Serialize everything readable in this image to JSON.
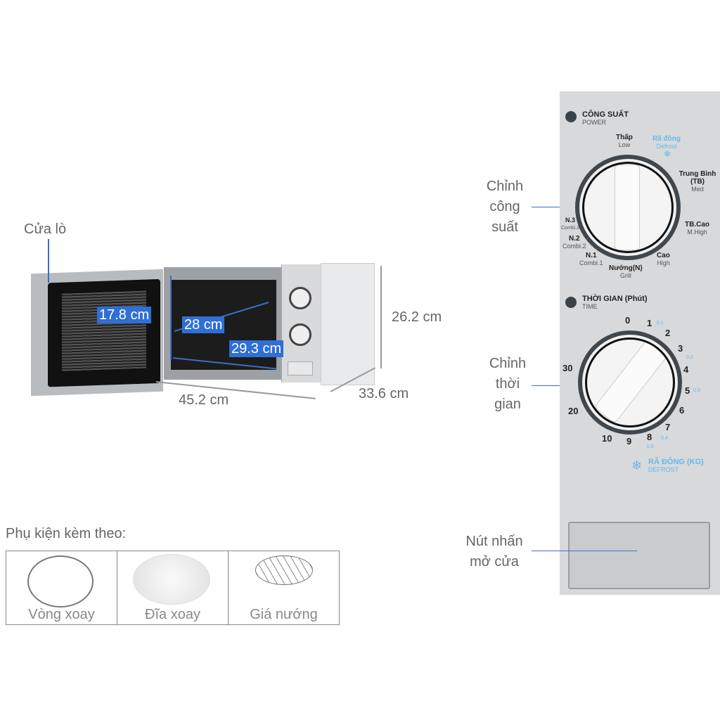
{
  "labels": {
    "door": "Cửa lò",
    "power_knob": [
      "Chỉnh",
      "công",
      "suất"
    ],
    "timer_knob": [
      "Chỉnh",
      "thời",
      "gian"
    ],
    "door_button": [
      "Nút nhấn",
      "mở cửa"
    ]
  },
  "dimensions": {
    "inner_height": "17.8 cm",
    "inner_depth": "28 cm",
    "inner_width": "29.3 cm",
    "height": "26.2 cm",
    "width": "45.2 cm",
    "depth": "33.6 cm"
  },
  "power": {
    "title": "CÔNG SUẤT",
    "subtitle": "POWER",
    "settings": [
      {
        "vi": "Thấp",
        "en": "Low"
      },
      {
        "vi": "Rã đông",
        "en": "Defrost"
      },
      {
        "vi": "Trung Bình (TB)",
        "en": "Med"
      },
      {
        "vi": "TB.Cao",
        "en": "M.High"
      },
      {
        "vi": "Cao",
        "en": "High"
      },
      {
        "vi": "Nướng(N)",
        "en": "Grill"
      },
      {
        "vi": "N.1",
        "en": "Combi.1"
      },
      {
        "vi": "N.2",
        "en": "Combi.2"
      },
      {
        "vi": "N.3",
        "en": "Combi.3"
      }
    ]
  },
  "timer": {
    "title": "THỜI GIAN (Phút)",
    "subtitle": "TIME",
    "marks": [
      "0",
      "1",
      "2",
      "3",
      "4",
      "5",
      "6",
      "7",
      "8",
      "9",
      "10",
      "20",
      "30"
    ],
    "defrost_marks": [
      "0.1",
      "0.2",
      "0.3",
      "0.4",
      "0.5"
    ],
    "defrost_title": "RÃ ĐÔNG (KG)",
    "defrost_subtitle": "DEFROST"
  },
  "accessories": {
    "title": "Phụ kiện kèm theo:",
    "items": [
      "Vòng xoay",
      "Đĩa xoay",
      "Giá nướng"
    ]
  },
  "colors": {
    "accent": "#2f6fd6",
    "defrost": "#6ab8ea",
    "panel": "#d7d9db"
  }
}
